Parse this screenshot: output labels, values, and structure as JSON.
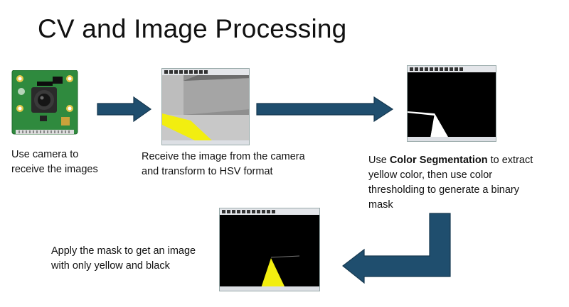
{
  "slide": {
    "title": "CV and Image Processing"
  },
  "steps": {
    "camera": {
      "line1": "Use camera to",
      "line2": "receive the images"
    },
    "hsv": {
      "line1": "Receive the image from the camera",
      "line2": "and transform to HSV format"
    },
    "segment": {
      "line1_pre": "Use ",
      "line1_bold": "Color Segmentation",
      "line1_post": " to extract",
      "line2": "yellow color, then use color",
      "line3": "thresholding to generate a binary",
      "line4": "mask"
    },
    "apply": {
      "line1": "Apply the mask to get an image",
      "line2": "with only yellow and black"
    }
  },
  "colors": {
    "arrow_fill": "#1f4e6e",
    "arrow_stroke": "#16384f",
    "board_green": "#2e8b3f",
    "yellow": "#f2e73a"
  },
  "icons": [
    "camera-board-image",
    "right-arrow",
    "down-left-arrow"
  ]
}
